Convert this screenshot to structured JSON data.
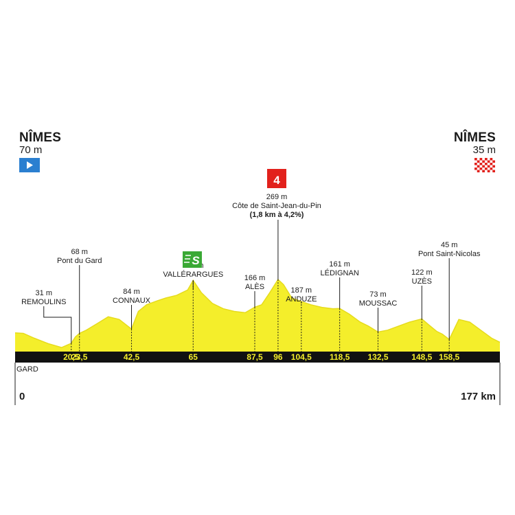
{
  "start": {
    "city": "NÎMES",
    "altitude": "70 m"
  },
  "finish": {
    "city": "NÎMES",
    "altitude": "35 m"
  },
  "department": "GARD",
  "axis": {
    "start_label": "0",
    "end_label": "177 km"
  },
  "colors": {
    "profile": "#f4ee2b",
    "profile_shade": "#e6db1c",
    "bar": "#111111",
    "start_flag": "#2b7fd0",
    "climb": "#e2211c",
    "sprint": "#3aa935"
  },
  "climb": {
    "category": "4",
    "altitude": "269 m",
    "name": "Côte de Saint-Jean-du-Pin",
    "detail": "(1,8 km à 4,2%)"
  },
  "sprint_icon": "S",
  "chart_data": {
    "type": "area",
    "xlim": [
      0,
      177
    ],
    "ylim": [
      0,
      400
    ],
    "x": [
      0,
      3,
      7,
      12,
      17,
      20.5,
      22,
      23.5,
      26,
      30,
      34,
      38,
      42.5,
      45,
      48,
      52,
      55,
      59,
      63,
      65,
      68,
      72,
      76,
      80,
      84,
      87.5,
      90,
      93,
      96,
      98,
      101,
      104.5,
      108,
      112,
      116,
      118.5,
      122,
      126,
      129,
      132.5,
      136,
      140,
      144,
      148.5,
      151,
      154,
      156,
      158.5,
      162,
      166,
      170,
      174,
      177
    ],
    "elevation": [
      70,
      68,
      50,
      30,
      15,
      31,
      55,
      68,
      80,
      105,
      130,
      120,
      84,
      150,
      175,
      190,
      200,
      210,
      230,
      266,
      220,
      180,
      160,
      150,
      145,
      166,
      175,
      220,
      269,
      250,
      200,
      187,
      175,
      165,
      160,
      161,
      140,
      110,
      95,
      73,
      80,
      95,
      110,
      122,
      100,
      75,
      65,
      45,
      120,
      110,
      80,
      50,
      35
    ],
    "points": [
      {
        "km": "20,5",
        "name": "REMOULINS",
        "altitude": "31 m"
      },
      {
        "km": "23,5",
        "name": "Pont du Gard",
        "altitude": "68 m"
      },
      {
        "km": "42,5",
        "name": "CONNAUX",
        "altitude": "84 m"
      },
      {
        "km": "65",
        "name": "VALLÉRARGUES",
        "altitude": "266 m",
        "sprint": true
      },
      {
        "km": "87,5",
        "name": "ALÈS",
        "altitude": "166 m"
      },
      {
        "km": "96",
        "name": "",
        "altitude": "",
        "climb": true
      },
      {
        "km": "104,5",
        "name": "ANDUZE",
        "altitude": "187 m"
      },
      {
        "km": "118,5",
        "name": "LÉDIGNAN",
        "altitude": "161 m"
      },
      {
        "km": "132,5",
        "name": "MOUSSAC",
        "altitude": "73 m"
      },
      {
        "km": "148,5",
        "name": "UZÈS",
        "altitude": "122 m"
      },
      {
        "km": "158,5",
        "name": "Pont Saint-Nicolas",
        "altitude": "45 m"
      }
    ]
  }
}
